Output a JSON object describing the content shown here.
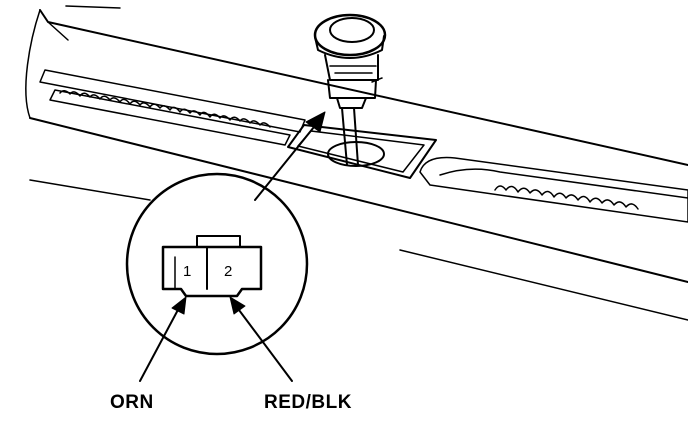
{
  "connector": {
    "pins": [
      {
        "number": "1",
        "wire": "ORN"
      },
      {
        "number": "2",
        "wire": "RED/BLK"
      }
    ]
  },
  "colors": {
    "line": "#000000",
    "background": "#ffffff"
  }
}
